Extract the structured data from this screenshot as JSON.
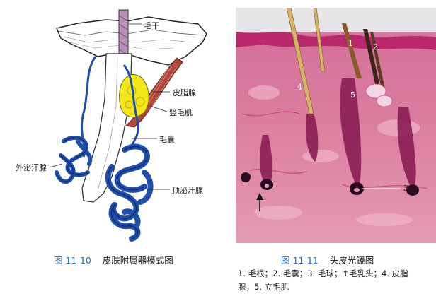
{
  "left_figure": {
    "labels": {
      "hair_shaft": "毛干",
      "sebaceous_gland": "皮脂腺",
      "arrector_pili": "竖毛肌",
      "hair_follicle": "毛囊",
      "eccrine_gland": "外泌汗腺",
      "apocrine_gland": "顶泌汗腺"
    },
    "caption_number": "图 11-10",
    "caption_text": "皮肤附属器模式图"
  },
  "right_figure": {
    "markers": {
      "m1": "1",
      "m2": "2",
      "m3": "3",
      "m4": "4",
      "m5": "5"
    },
    "caption_number": "图 11-11",
    "caption_text": "头皮光镜图",
    "legend_line1": "1. 毛根；2. 毛囊；3. 毛球；↑毛乳头；4. 皮脂",
    "legend_line2": "腺；5. 立毛肌"
  },
  "colors": {
    "caption_blue": "#2f6fb0",
    "gland_blue": "#1f4fa8",
    "sebaceous_yellow": "#f4e61a",
    "muscle_red": "#b2473a",
    "tissue_pink": "#d9708f"
  }
}
